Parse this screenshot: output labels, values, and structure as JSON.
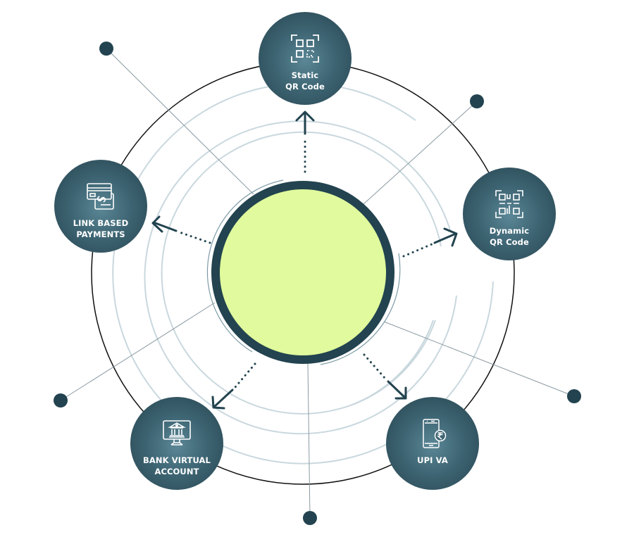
{
  "diagram": {
    "type": "hub-and-spoke",
    "center": {
      "label": "",
      "fill": "#e0fa9d",
      "border": "#22434f"
    },
    "colors": {
      "node": "#2d4c58",
      "node_highlight": "#5b8796",
      "arc": "#c9d8de",
      "outer_ring": "#111111",
      "connector": "#22434f",
      "spoke": "#8a9aa2"
    },
    "nodes": [
      {
        "id": "static-qr",
        "label": "Static\nQR Code",
        "icon": "qr-code-icon"
      },
      {
        "id": "dynamic-qr",
        "label": "Dynamic\nQR Code",
        "icon": "dynamic-qr-code-icon"
      },
      {
        "id": "link-based",
        "label": "LINK BASED\nPAYMENTS",
        "icon": "payment-link-cards-icon"
      },
      {
        "id": "bank-virtual",
        "label": "BANK VIRTUAL\nACCOUNT",
        "icon": "bank-monitor-icon"
      },
      {
        "id": "upi-va",
        "label": "UPI VA",
        "icon": "mobile-rupee-icon"
      }
    ],
    "edges": [
      {
        "from": "center",
        "to": "static-qr",
        "style": "dotted-arrow"
      },
      {
        "from": "center",
        "to": "dynamic-qr",
        "style": "dotted-arrow"
      },
      {
        "from": "center",
        "to": "link-based",
        "style": "dotted-arrow"
      },
      {
        "from": "center",
        "to": "bank-virtual",
        "style": "dotted-arrow"
      },
      {
        "from": "center",
        "to": "upi-va",
        "style": "dotted-arrow"
      }
    ],
    "decorative_spokes": 5
  }
}
